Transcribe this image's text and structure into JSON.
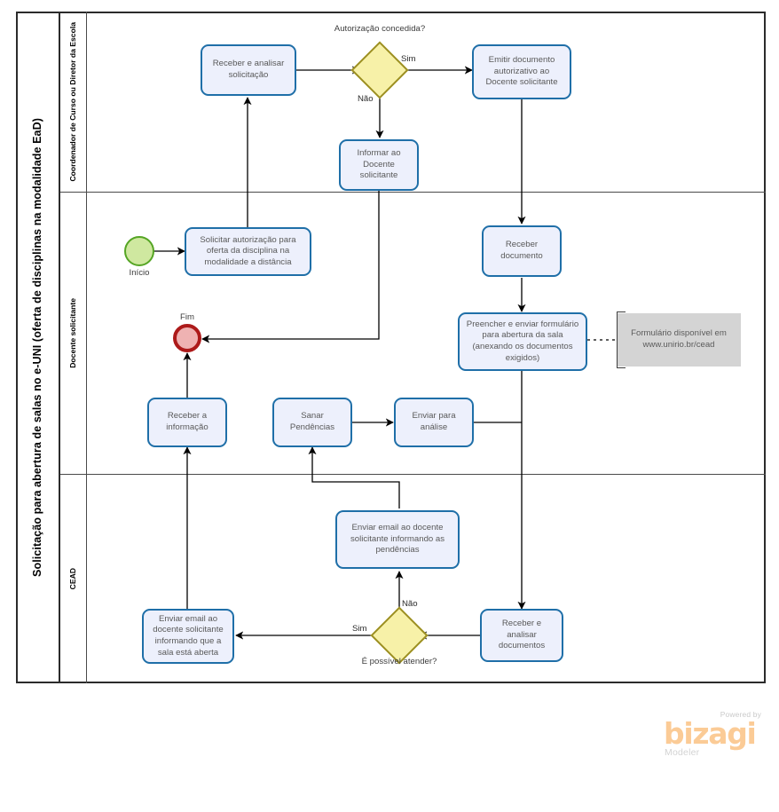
{
  "diagram": {
    "pool_title": "Solicitação para abertura de salas no e-UNI (oferta de disciplinas na modalidade EaD)",
    "lanes": [
      {
        "id": "coordenador",
        "label": "Coordenador de Curso ou Diretor da Escola"
      },
      {
        "id": "docente",
        "label": "Docente  solicitante"
      },
      {
        "id": "cead",
        "label": "CEAD"
      }
    ],
    "events": [
      {
        "id": "inicio",
        "type": "start",
        "label": "Início"
      },
      {
        "id": "fim",
        "type": "end",
        "label": "Fim"
      }
    ],
    "tasks": [
      {
        "id": "t-receber-analisar-solicitacao",
        "lane": "coordenador",
        "label": "Receber  e analisar solicitação"
      },
      {
        "id": "t-emitir-documento",
        "lane": "coordenador",
        "label": "Emitir documento autorizativo ao Docente solicitante"
      },
      {
        "id": "t-informar-docente",
        "lane": "coordenador",
        "label": "Informar ao Docente solicitante"
      },
      {
        "id": "t-solicitar-autorizacao",
        "lane": "docente",
        "label": "Solicitar autorização para oferta da disciplina na modalidade a distância"
      },
      {
        "id": "t-receber-documento",
        "lane": "docente",
        "label": "Receber documento"
      },
      {
        "id": "t-preencher-enviar",
        "lane": "docente",
        "label": "Preencher e enviar formulário para abertura da sala (anexando os documentos exigidos)"
      },
      {
        "id": "t-receber-informacao",
        "lane": "docente",
        "label": "Receber a informação"
      },
      {
        "id": "t-sanar-pendencias",
        "lane": "docente",
        "label": "Sanar Pendências"
      },
      {
        "id": "t-enviar-para-analise",
        "lane": "docente",
        "label": "Enviar para análise"
      },
      {
        "id": "t-enviar-email-pendencias",
        "lane": "cead",
        "label": "Enviar email ao docente solicitante informando as pendências"
      },
      {
        "id": "t-enviar-email-sala-aberta",
        "lane": "cead",
        "label": "Enviar email ao docente solicitante informando que a sala está aberta"
      },
      {
        "id": "t-receber-analisar-documentos",
        "lane": "cead",
        "label": "Receber e analisar documentos"
      }
    ],
    "gateways": [
      {
        "id": "g-autorizacao",
        "lane": "coordenador",
        "label": "Autorização concedida?",
        "label_position": "above"
      },
      {
        "id": "g-possivel-atender",
        "lane": "cead",
        "label": "É possível atender?",
        "label_position": "below"
      }
    ],
    "flow_labels": [
      {
        "id": "fl-sim-autorizacao",
        "text": "Sim"
      },
      {
        "id": "fl-nao-autorizacao",
        "text": "Não"
      },
      {
        "id": "fl-nao-atender",
        "text": "Não"
      },
      {
        "id": "fl-sim-atender",
        "text": "Sim"
      }
    ],
    "annotations": [
      {
        "id": "a-formulario",
        "text": "Formulário disponível em www.unirio.br/cead"
      }
    ],
    "colors": {
      "task_fill": "#EDF0FC",
      "task_border": "#1F6FA8",
      "gateway_fill": "#F7F1A8",
      "gateway_border": "#9C8F22",
      "start_fill": "#CFE8A0",
      "start_border": "#55A524",
      "end_fill": "#EFB2B2",
      "end_border": "#AD1A1A",
      "annotation_fill": "#D4D4D4",
      "connector": "#000000",
      "logo_accent": "#FBCB96"
    }
  },
  "footer": {
    "powered_by": "Powered by",
    "brand": "bizagi",
    "product": "Modeler"
  }
}
